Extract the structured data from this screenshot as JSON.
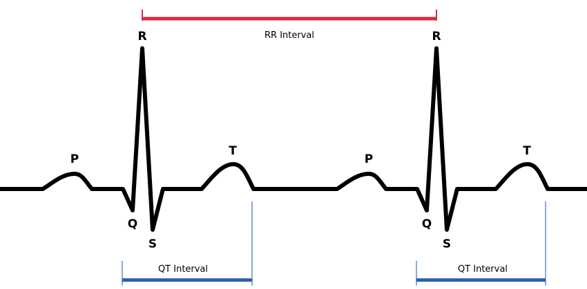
{
  "colors": {
    "trace": "#000000",
    "rr_bar": "#d62b45",
    "qt_bar": "#2b5fa8",
    "qt_guide": "#3a6fc0",
    "background": "#ffffff"
  },
  "labels": {
    "beat1": {
      "p": "P",
      "q": "Q",
      "r": "R",
      "s": "S",
      "t": "T"
    },
    "beat2": {
      "p": "P",
      "q": "Q",
      "r": "R",
      "s": "S",
      "t": "T"
    }
  },
  "intervals": {
    "rr": {
      "label": "RR Interval"
    },
    "qt1": {
      "label": "QT Interval"
    },
    "qt2": {
      "label": "QT Interval"
    }
  }
}
